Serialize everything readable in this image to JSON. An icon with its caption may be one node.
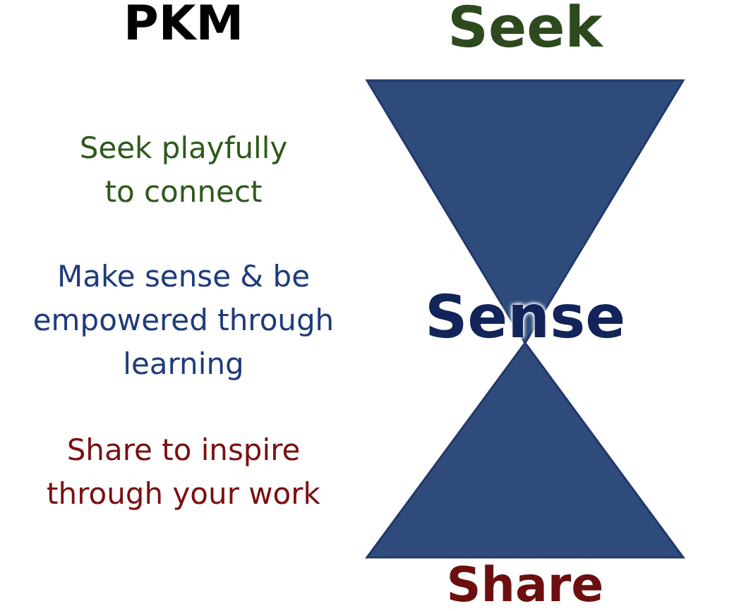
{
  "diagram": {
    "title": "PKM",
    "labels": [
      "Seek",
      "Seek playfully to connect",
      "Make sense & be empowered through learning",
      "Sense",
      "Share to inspire through your work",
      "Share"
    ]
  }
}
